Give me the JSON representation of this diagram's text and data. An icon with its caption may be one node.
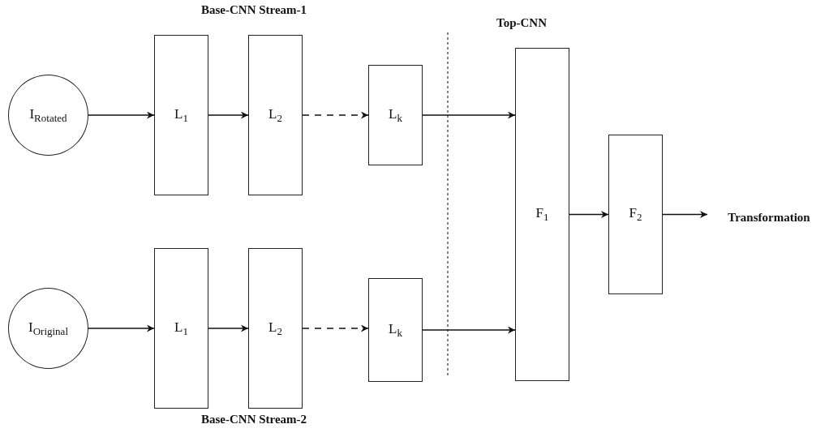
{
  "diagram": {
    "nodes": [
      {
        "text": [
          "I$_{Rotated}$"
        ]
      },
      {
        "text": [
          "L$_{1}$"
        ]
      },
      {
        "text": [
          "L$_{2}$"
        ]
      },
      {
        "text": [
          "L$_{k}$"
        ]
      },
      {
        "text": [
          "I$_{Original}$"
        ]
      },
      {
        "text": [
          "L$_{1}$"
        ]
      },
      {
        "text": [
          "L$_{2}$"
        ]
      },
      {
        "text": [
          "L$_{k}$"
        ]
      },
      {
        "text": [
          "F$_{1}$"
        ]
      },
      {
        "text": [
          "F$_{2}$"
        ]
      },
      {
        "text": [
          "Transformation"
        ]
      }
    ],
    "edges": [
      {
        "from": 0,
        "to": 1,
        "arrow": "to"
      },
      {
        "from": 1,
        "to": 2,
        "arrow": "to"
      },
      {
        "from": 2,
        "to": 3,
        "arrow": "to",
        "style": "dashed"
      },
      {
        "from": 3,
        "to": 8,
        "arrow": "to"
      },
      {
        "from": 4,
        "to": 5,
        "arrow": "to"
      },
      {
        "from": 5,
        "to": 6,
        "arrow": "to"
      },
      {
        "from": 6,
        "to": 7,
        "arrow": "to",
        "style": "dashed"
      },
      {
        "from": 7,
        "to": 8,
        "arrow": "to"
      },
      {
        "from": 8,
        "to": 9,
        "arrow": "to"
      },
      {
        "from": 9,
        "to": 10,
        "arrow": "to"
      }
    ],
    "labels": [
      "Base-CNN Stream-1",
      "Top-CNN",
      "Base-CNN Stream-2"
    ]
  }
}
